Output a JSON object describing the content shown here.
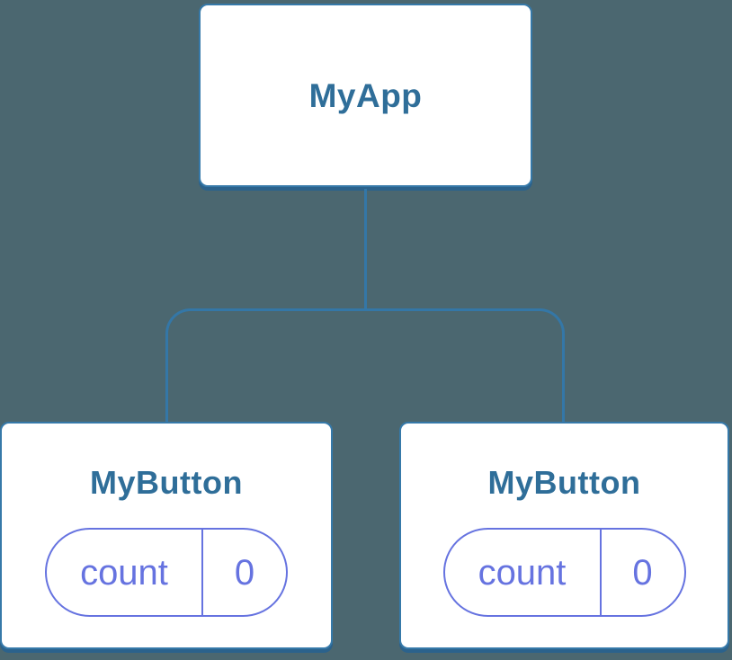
{
  "diagram": {
    "root": {
      "label": "MyApp"
    },
    "children": [
      {
        "label": "MyButton",
        "state": {
          "key": "count",
          "value": "0"
        }
      },
      {
        "label": "MyButton",
        "state": {
          "key": "count",
          "value": "0"
        }
      }
    ]
  },
  "colors": {
    "background": "#4b6770",
    "node_fill": "#ffffff",
    "node_border": "#3679a9",
    "node_shadow": "#2b628c",
    "connector": "#3477a7",
    "label_text": "#2f6e99",
    "state_accent": "#6673e0"
  }
}
